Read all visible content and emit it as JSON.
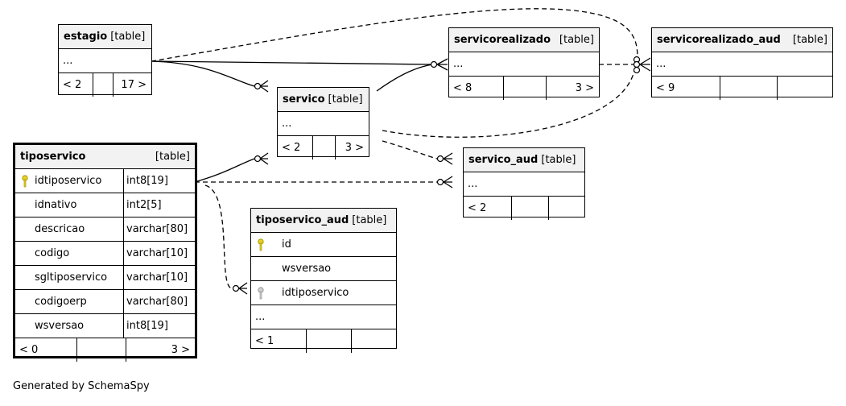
{
  "tables": {
    "estagio": {
      "name": "estagio",
      "type": "[table]",
      "ellipsis": "...",
      "nav_prev": "< 2",
      "nav_mid": "",
      "nav_next": "17 >"
    },
    "servico": {
      "name": "servico",
      "type": "[table]",
      "ellipsis": "...",
      "nav_prev": "< 2",
      "nav_mid": "",
      "nav_next": "3 >"
    },
    "servicorealizado": {
      "name": "servicorealizado",
      "type": "[table]",
      "ellipsis": "...",
      "nav_prev": "< 8",
      "nav_mid": "",
      "nav_next": "3 >"
    },
    "servicorealizado_aud": {
      "name": "servicorealizado_aud",
      "type": "[table]",
      "ellipsis": "...",
      "nav_prev": "< 9",
      "nav_mid": "",
      "nav_next": ""
    },
    "servico_aud": {
      "name": "servico_aud",
      "type": "[table]",
      "ellipsis": "...",
      "nav_prev": "< 2",
      "nav_mid": "",
      "nav_next": ""
    },
    "tiposervico": {
      "name": "tiposervico",
      "type": "[table]",
      "columns": [
        {
          "name": "idtiposervico",
          "type": "int8[19]",
          "key": "primary"
        },
        {
          "name": "idnativo",
          "type": "int2[5]",
          "key": ""
        },
        {
          "name": "descricao",
          "type": "varchar[80]",
          "key": ""
        },
        {
          "name": "codigo",
          "type": "varchar[10]",
          "key": ""
        },
        {
          "name": "sgltiposervico",
          "type": "varchar[10]",
          "key": ""
        },
        {
          "name": "codigoerp",
          "type": "varchar[80]",
          "key": ""
        },
        {
          "name": "wsversao",
          "type": "int8[19]",
          "key": ""
        }
      ],
      "nav_prev": "< 0",
      "nav_mid": "",
      "nav_next": "3 >"
    },
    "tiposervico_aud": {
      "name": "tiposervico_aud",
      "type": "[table]",
      "columns": [
        {
          "name": "id",
          "key": "primary"
        },
        {
          "name": "wsversao",
          "key": ""
        },
        {
          "name": "idtiposervico",
          "key": "foreign"
        }
      ],
      "ellipsis": "...",
      "nav_prev": "< 1",
      "nav_mid": "",
      "nav_next": ""
    }
  },
  "footer": "Generated by SchemaSpy",
  "colors": {
    "primary_key": "#e6d21a",
    "foreign_key": "#bdbdbd",
    "header_bg": "#f2f2f2"
  }
}
